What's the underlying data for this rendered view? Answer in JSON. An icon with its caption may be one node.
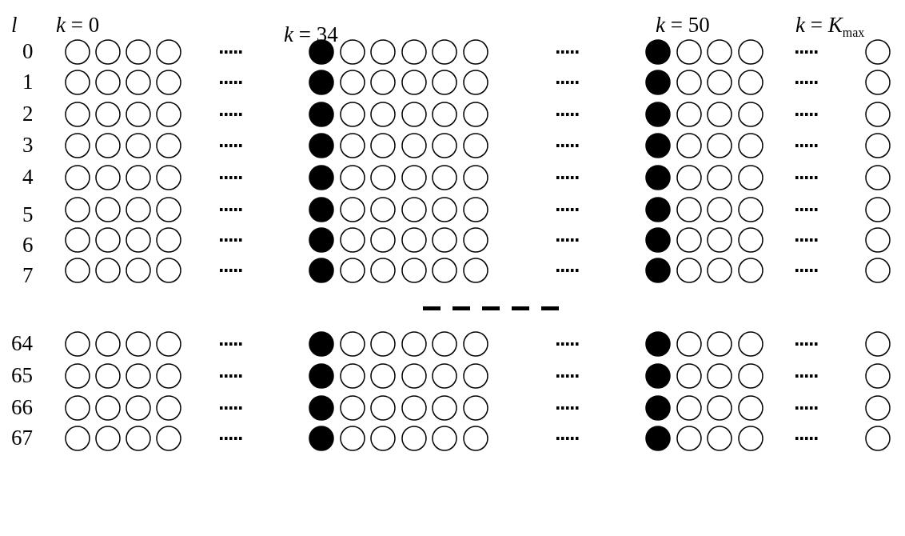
{
  "diagram": {
    "labels": [
      "*l*",
      "*k* = 0",
      "*k* = 34",
      "*k* = 50",
      "*k* = *K*$_{max}$",
      "0",
      "1",
      "2",
      "3",
      "4",
      "5",
      "6",
      "7",
      "64",
      "65",
      "66",
      "67"
    ]
  }
}
